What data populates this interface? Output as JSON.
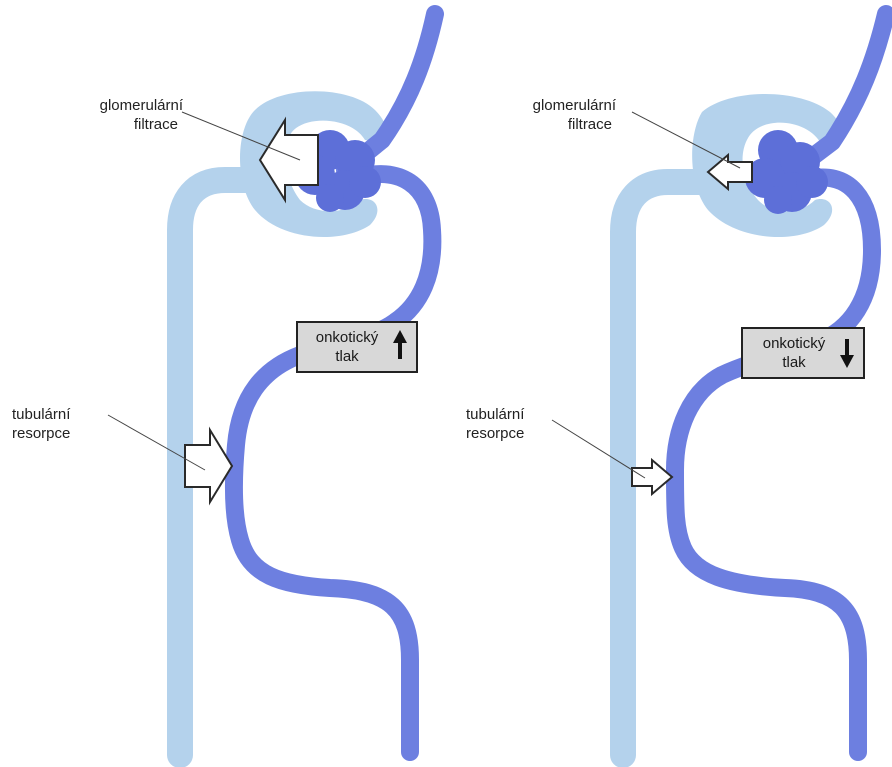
{
  "colors": {
    "tubule_light": "#b4d2ec",
    "capillary_dark": "#6d7fe0",
    "glomerulus": "#5d6fd8",
    "box_fill": "#d8d8d8",
    "arrow_fill": "#ffffff"
  },
  "panels": [
    {
      "glomerular_label_line1": "glomerulární",
      "glomerular_label_line2": "filtrace",
      "tubular_label_line1": "tubulární",
      "tubular_label_line2": "resorpce",
      "box_line1": "onkotický",
      "box_line2": "tlak",
      "pressure_direction": "up"
    },
    {
      "glomerular_label_line1": "glomerulární",
      "glomerular_label_line2": "filtrace",
      "tubular_label_line1": "tubulární",
      "tubular_label_line2": "resorpce",
      "box_line1": "onkotický",
      "box_line2": "tlak",
      "pressure_direction": "down"
    }
  ]
}
